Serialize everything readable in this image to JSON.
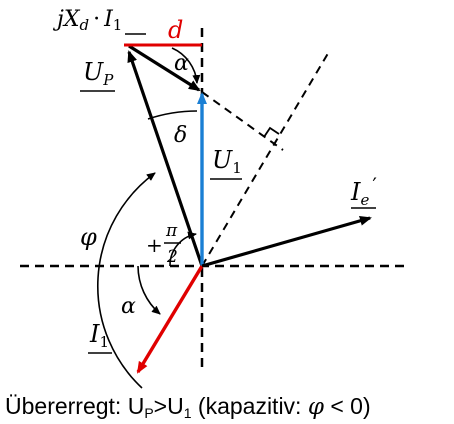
{
  "labels": {
    "reactance_term": "jX",
    "reactance_sub": "d",
    "dot": "·",
    "current_main": "I",
    "current_sub": "1",
    "d": "d",
    "alpha": "α",
    "up_main": "U",
    "up_sub": "P",
    "delta": "δ",
    "u1_main": "U",
    "u1_sub": "1",
    "ie_main": "I",
    "ie_sub": "e",
    "ie_prime": "′",
    "phi": "φ",
    "plus_sign": "+",
    "pi": "π",
    "two": "2"
  },
  "caption": {
    "part1": "Übererregt: U",
    "part1_sub": "P",
    "part2": ">U",
    "part2_sub": "1",
    "part3": " (kapazitiv: ",
    "phi": "φ",
    "part4": " < 0)"
  },
  "colors": {
    "black": "#000000",
    "red": "#e00000",
    "blue": "#1a7fd4"
  }
}
